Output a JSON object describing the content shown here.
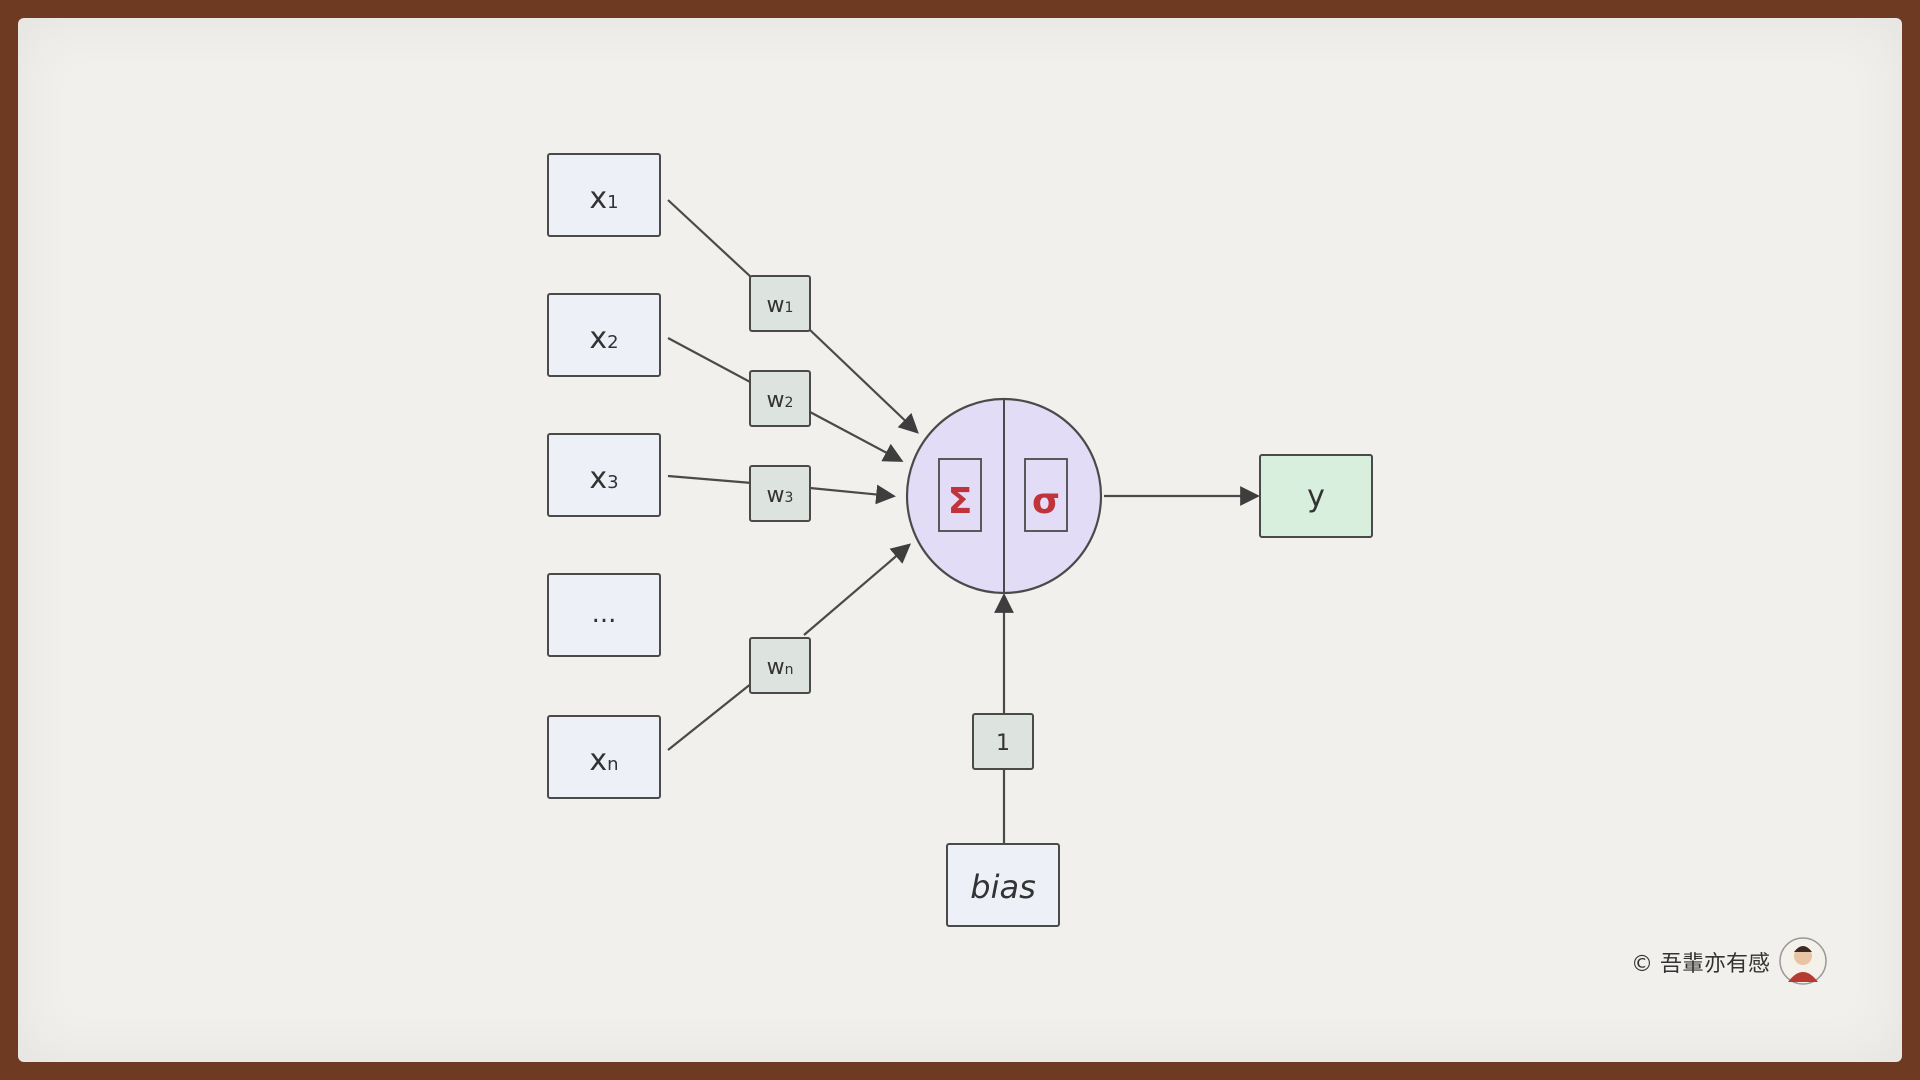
{
  "inputs": [
    {
      "base": "x",
      "sub": "1"
    },
    {
      "base": "x",
      "sub": "2"
    },
    {
      "base": "x",
      "sub": "3"
    },
    {
      "base": "...",
      "sub": ""
    },
    {
      "base": "x",
      "sub": "n"
    }
  ],
  "weights": [
    {
      "base": "w",
      "sub": "1"
    },
    {
      "base": "w",
      "sub": "2"
    },
    {
      "base": "w",
      "sub": "3"
    },
    {
      "base": "w",
      "sub": "n"
    }
  ],
  "neuron": {
    "sum_symbol": "Σ",
    "activation_symbol": "σ"
  },
  "output": {
    "label": "y"
  },
  "bias": {
    "label": "bias",
    "weight": "1"
  },
  "watermark": {
    "text": "© 吾輩亦有感"
  },
  "colors": {
    "input_fill": "#eef0f8",
    "weight_fill": "#dde3df",
    "neuron_fill": "#e3dcf7",
    "output_fill": "#d9efdd",
    "symbol_color": "#c0333a",
    "stroke": "#4a4a4a"
  }
}
